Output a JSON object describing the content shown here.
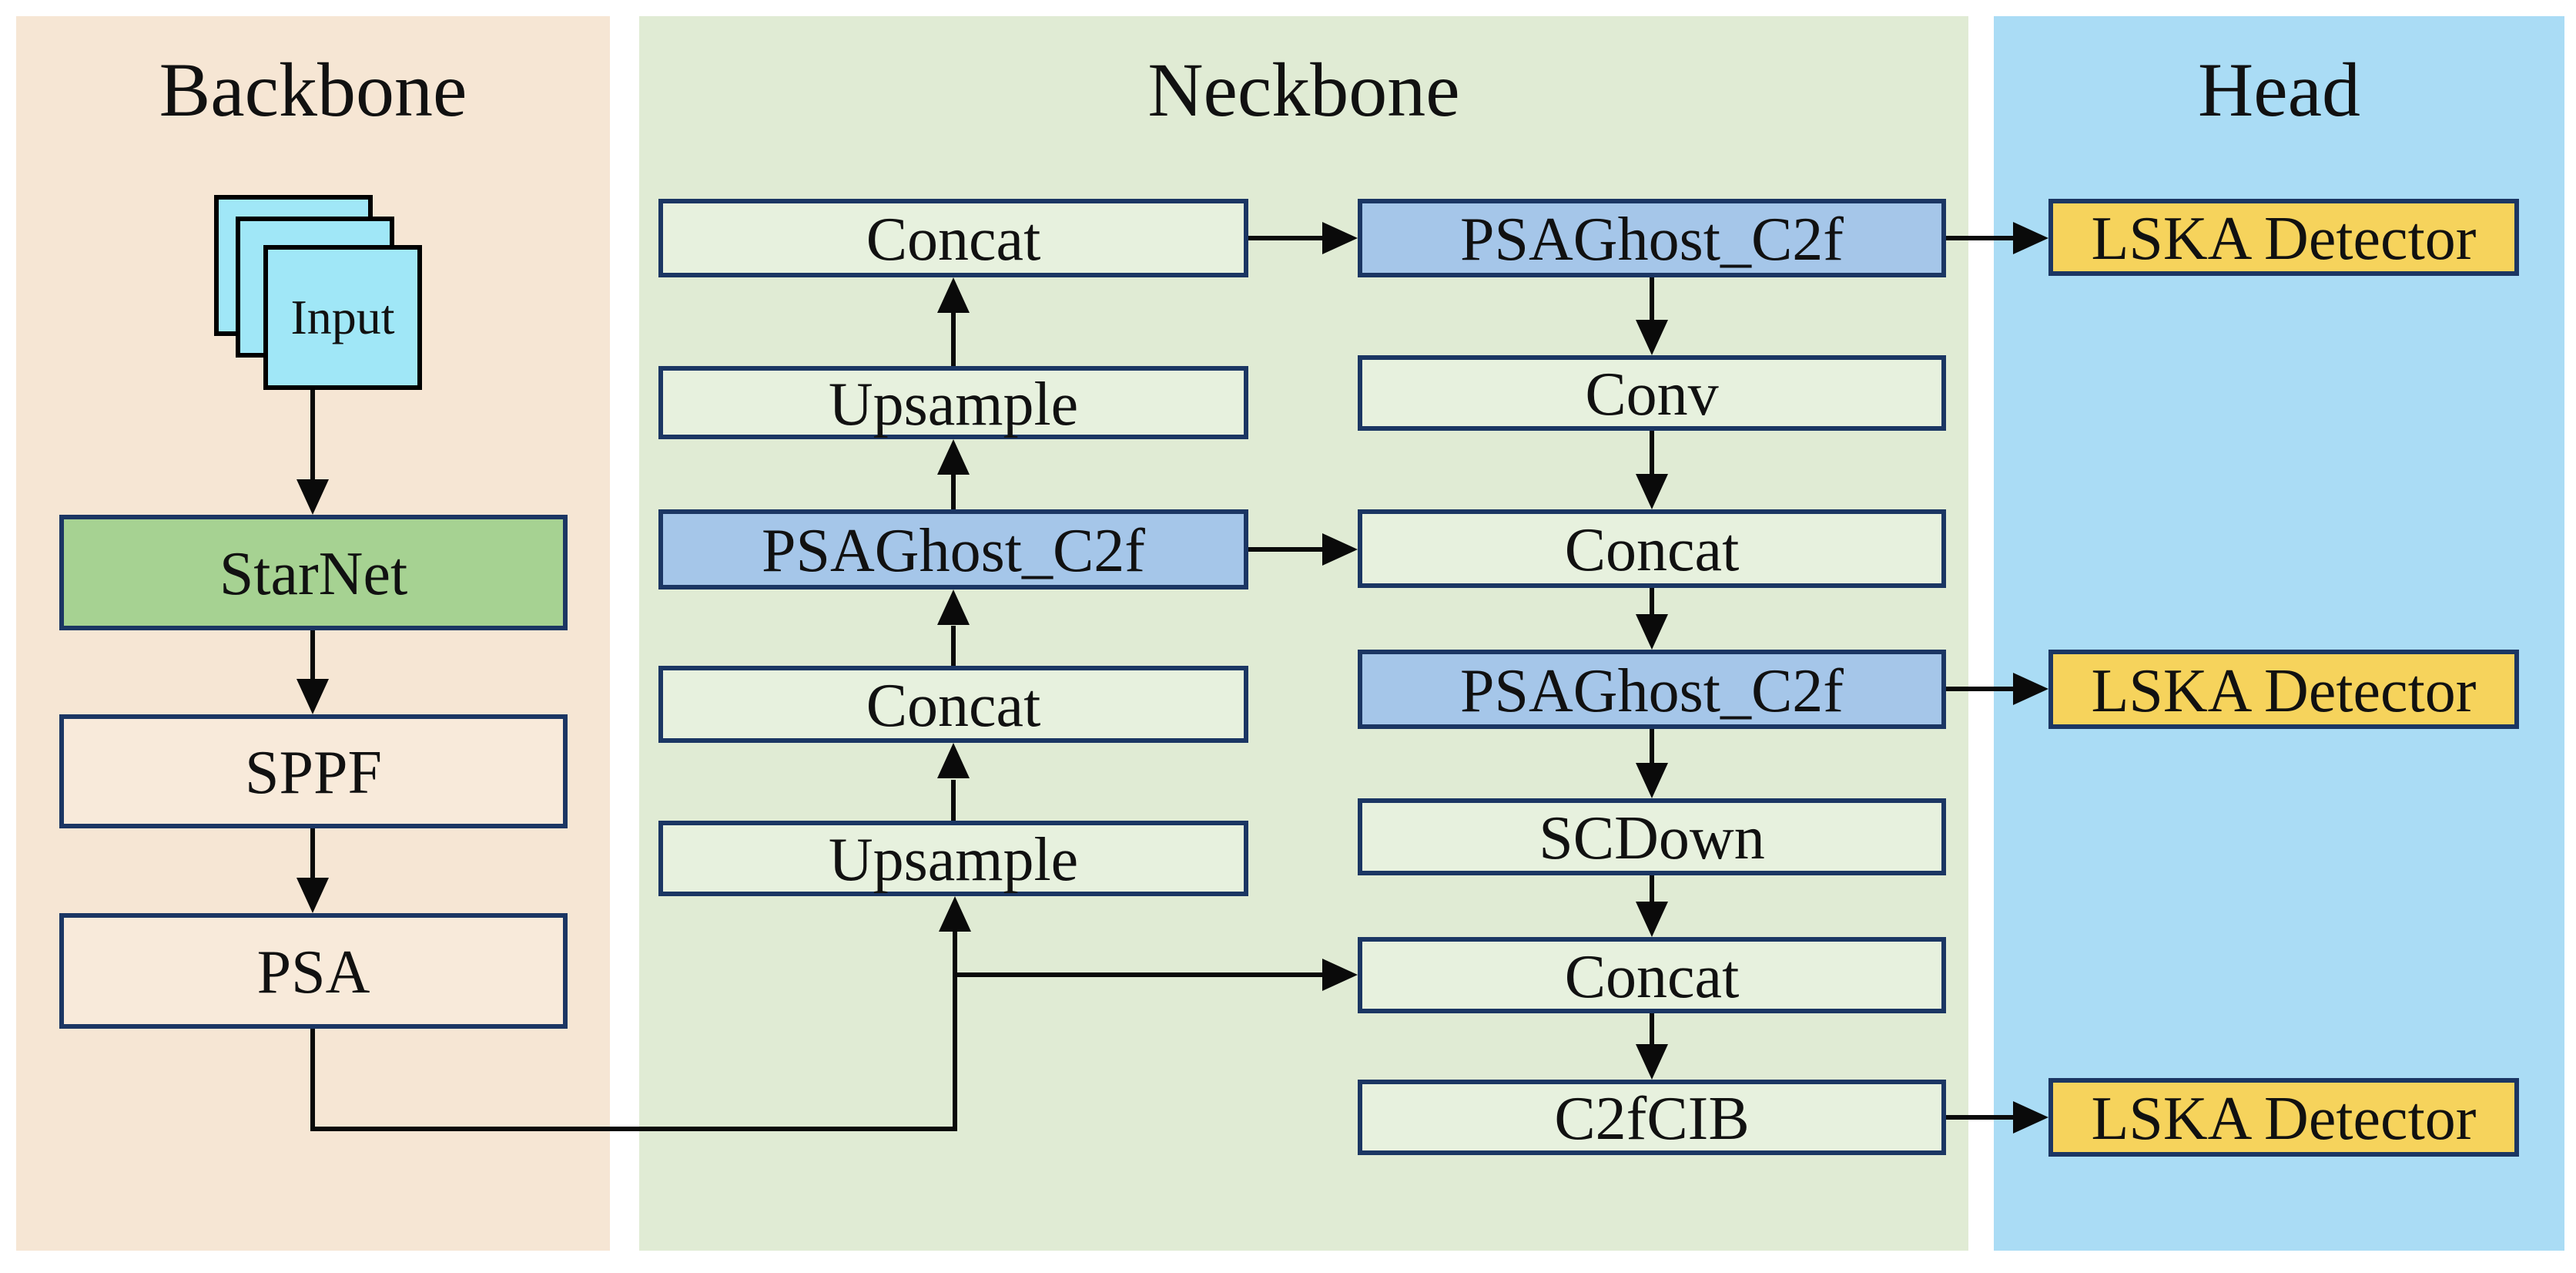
{
  "diagram": {
    "panels": {
      "backbone": {
        "title": "Backbone"
      },
      "neckbone": {
        "title": "Neckbone"
      },
      "head": {
        "title": "Head"
      }
    },
    "nodes": {
      "input": {
        "label": "Input"
      },
      "starnet": {
        "label": "StarNet"
      },
      "sppf": {
        "label": "SPPF"
      },
      "psa": {
        "label": "PSA"
      },
      "concat_top": {
        "label": "Concat"
      },
      "upsample_top": {
        "label": "Upsample"
      },
      "psaghost_mid": {
        "label": "PSAGhost_C2f"
      },
      "concat_mid": {
        "label": "Concat"
      },
      "upsample_bottom": {
        "label": "Upsample"
      },
      "psaghost_right_top": {
        "label": "PSAGhost_C2f"
      },
      "conv": {
        "label": "Conv"
      },
      "concat_right_top": {
        "label": "Concat"
      },
      "psaghost_right_mid": {
        "label": "PSAGhost_C2f"
      },
      "scdown": {
        "label": "SCDown"
      },
      "concat_right_bottom": {
        "label": "Concat"
      },
      "c2fcib": {
        "label": "C2fCIB"
      },
      "lska_top": {
        "label": "LSKA Detector"
      },
      "lska_mid": {
        "label": "LSKA Detector"
      },
      "lska_bottom": {
        "label": "LSKA Detector"
      }
    }
  },
  "colors": {
    "backbone_panel": "#F6E6D4",
    "neckbone_panel": "#E0EBD4",
    "head_panel": "#AADCF5",
    "peach_box": "#F8EADA",
    "green_box": "#E7F1DE",
    "starnet_box": "#A6D292",
    "blue_box": "#A5C6E9",
    "gold_box": "#F6D35C",
    "input_box": "#A0E7F7",
    "box_border": "#1B3663",
    "line": "#0A0A0A",
    "text": "#111111",
    "page_bg": "#FFFFFF"
  }
}
